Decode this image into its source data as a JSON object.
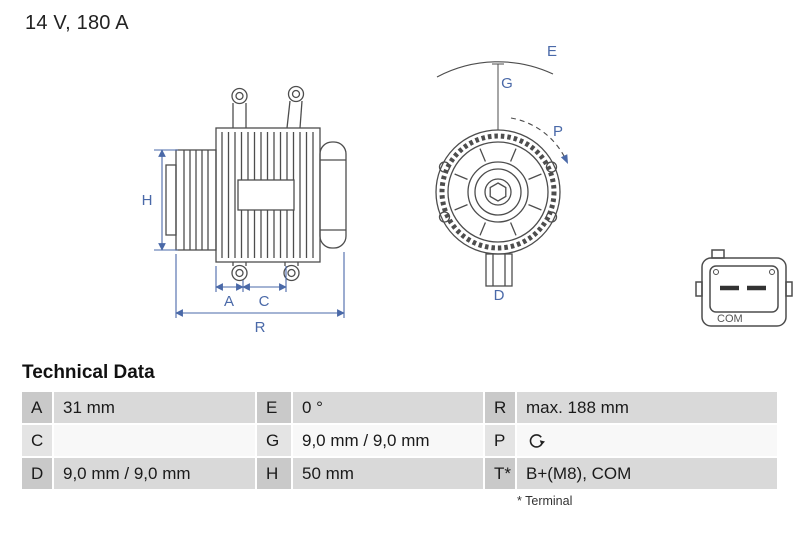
{
  "header": {
    "title": "14 V, 180 A"
  },
  "diagram": {
    "dimension_labels": {
      "H": "H",
      "A": "A",
      "C": "C",
      "R": "R",
      "E": "E",
      "G": "G",
      "P": "P",
      "D": "D"
    },
    "connector_label": "COM",
    "colors": {
      "dimension_blue": "#4a69a8",
      "drawing_gray": "#4d4d4d"
    }
  },
  "technical_data": {
    "heading": "Technical Data",
    "rows": [
      {
        "cells": [
          {
            "label": "A",
            "value": "31 mm"
          },
          {
            "label": "E",
            "value": "0 °"
          },
          {
            "label": "R",
            "value": "max. 188 mm"
          }
        ]
      },
      {
        "cells": [
          {
            "label": "C",
            "value": ""
          },
          {
            "label": "G",
            "value": "9,0 mm / 9,0 mm"
          },
          {
            "label": "P",
            "value": "",
            "icon": "rotation-direction-icon"
          }
        ]
      },
      {
        "cells": [
          {
            "label": "D",
            "value": "9,0 mm / 9,0 mm"
          },
          {
            "label": "H",
            "value": "50 mm"
          },
          {
            "label": "T*",
            "value": "B+(M8), COM"
          }
        ]
      }
    ],
    "footnote": "* Terminal"
  }
}
